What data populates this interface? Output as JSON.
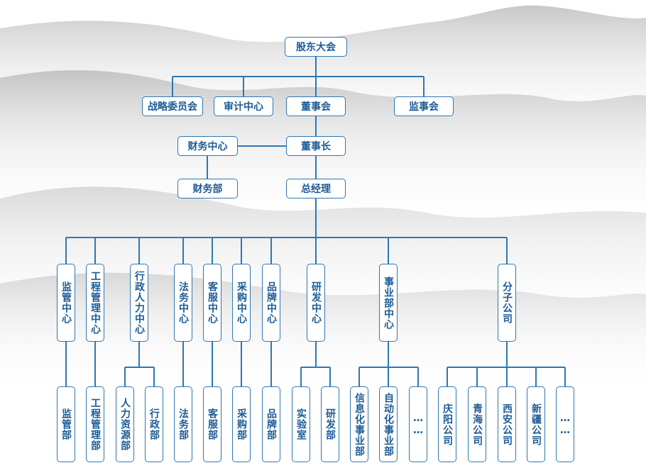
{
  "colors": {
    "line": "#2f77b2",
    "text": "#1c5b96",
    "box_border": "#2f77b2"
  },
  "org": {
    "shareholders": "股东大会",
    "strategy_committee": "战略委员会",
    "audit_center": "审计中心",
    "board": "董事会",
    "supervisory_board": "监事会",
    "finance_center": "财务中心",
    "chairman": "董事长",
    "finance_dept": "财务部",
    "general_manager": "总经理",
    "centers": {
      "supervision": "监管中心",
      "engineering": "工程管理中心",
      "admin_hr": "行政人力中心",
      "legal": "法务中心",
      "customer_service": "客服中心",
      "procurement": "采购中心",
      "brand": "品牌中心",
      "rd": "研发中心",
      "business_units": "事业部中心",
      "branches": "分子公司"
    },
    "departments": {
      "supervision": "监管部",
      "engineering": "工程管理部",
      "hr": "人力资源部",
      "admin": "行政部",
      "legal": "法务部",
      "customer_service": "客服部",
      "procurement": "采购部",
      "brand": "品牌部",
      "lab": "实验室",
      "rd": "研发部",
      "it_bu": "信息化事业部",
      "automation_bu": "自动化事业部",
      "bu_more": "……",
      "qingyang": "庆阳公司",
      "qinghai": "青海公司",
      "xian": "西安公司",
      "xinjiang": "新疆公司",
      "branch_more": "……"
    }
  }
}
